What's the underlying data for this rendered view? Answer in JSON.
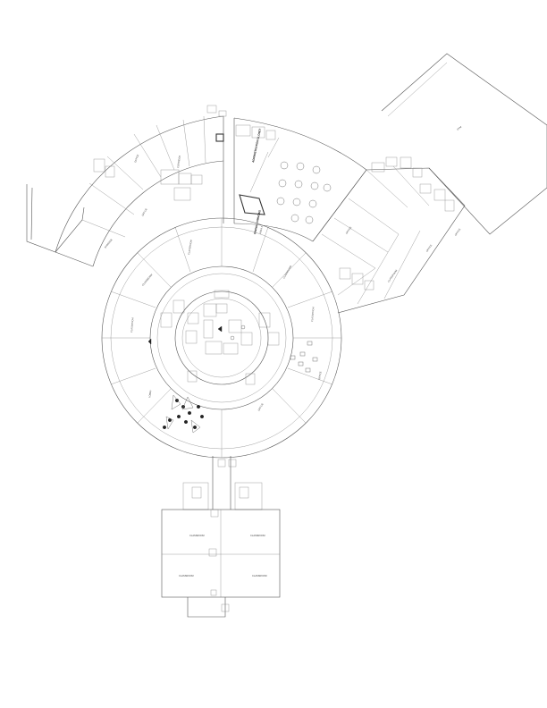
{
  "plan": {
    "annotations": {
      "dining_note": "ADMINISTRATION CLOSET",
      "dining_title": "DINING COMMONS",
      "dining_sub": "AREA 2"
    },
    "rooms": [
      {
        "key": "north_1",
        "label": "OFFICE"
      },
      {
        "key": "north_2",
        "label": "CORRIDOR"
      },
      {
        "key": "west_wing",
        "label": "OFFICE"
      },
      {
        "key": "far_west",
        "label": "STORAGE"
      },
      {
        "key": "ring_nw",
        "label": "CLASSROOM"
      },
      {
        "key": "ring_n",
        "label": "CLASSROOM"
      },
      {
        "key": "ring_ne",
        "label": "CLASSROOM"
      },
      {
        "key": "ring_e",
        "label": "CLASSROOM"
      },
      {
        "key": "ring_se",
        "label": "OFFICE"
      },
      {
        "key": "ring_s",
        "label": "OFFICE"
      },
      {
        "key": "ring_sw",
        "label": "LOBBY"
      },
      {
        "key": "ring_w",
        "label": "CLASSROOM"
      },
      {
        "key": "east_a",
        "label": "OFFICE"
      },
      {
        "key": "east_b",
        "label": "CLASSROOM"
      },
      {
        "key": "east_c",
        "label": "OFFICE"
      },
      {
        "key": "east_d",
        "label": "OFFICE"
      },
      {
        "key": "annex",
        "label": "GYM"
      },
      {
        "key": "south_tl",
        "label": "CLASSROOM"
      },
      {
        "key": "south_tr",
        "label": "CLASSROOM"
      },
      {
        "key": "south_bl",
        "label": "CLASSROOM"
      },
      {
        "key": "south_br",
        "label": "CLASSROOM"
      }
    ]
  }
}
